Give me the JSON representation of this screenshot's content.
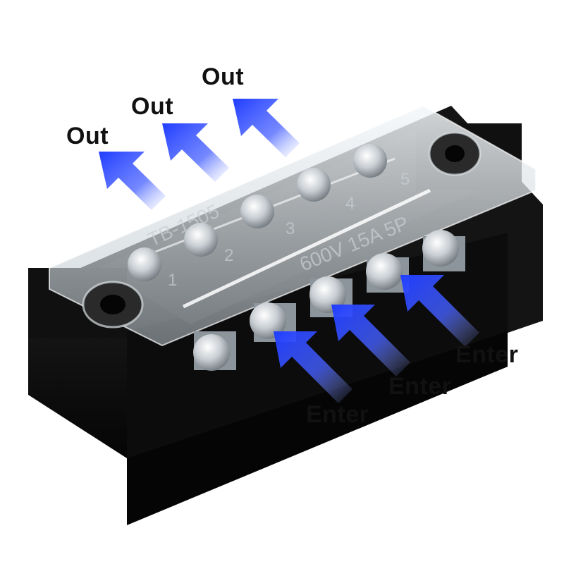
{
  "colors": {
    "arrow": "#1f3dff",
    "housing": "#101010",
    "cover": "#dfe6ea",
    "screw": "#c9ced3",
    "label_text": "#111111"
  },
  "icons": [
    "arrow-out-icon",
    "arrow-enter-icon",
    "screw-icon",
    "mounting-hole-icon"
  ],
  "labels": {
    "out": [
      "Out",
      "Out",
      "Out"
    ],
    "enter": [
      "Enter",
      "Enter",
      "Enter"
    ]
  },
  "block": {
    "model": "TB-1505",
    "rating": "600V 15A 5P",
    "terminal_numbers": [
      "1",
      "2",
      "3",
      "4",
      "5"
    ]
  }
}
